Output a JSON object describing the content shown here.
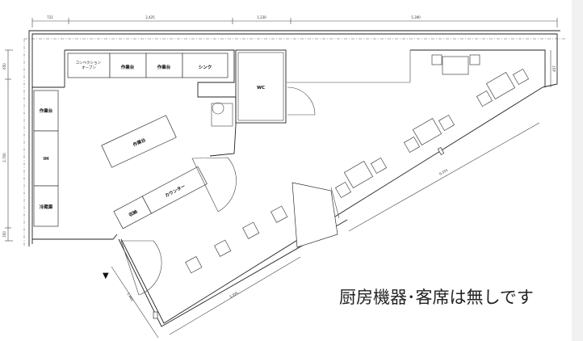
{
  "drawing": {
    "dimensions": {
      "top_1": "721",
      "top_2": "2,425",
      "top_3": "1,230",
      "top_4": "5,390",
      "left_1": "650",
      "left_2": "2,700",
      "left_3": "350",
      "right_1": "457",
      "diag_long": "6,355",
      "diag_short": "3,395",
      "diag_left": "1,460"
    },
    "labels": {
      "convection_oven": "コンベクション\nオーブン",
      "worktable_1": "作業台",
      "worktable_2": "作業台",
      "sink": "シンク",
      "wc": "WC",
      "worktable_left": "作業台",
      "ih": "IH",
      "fridge": "冷蔵庫",
      "worktable_center": "作業台",
      "counter": "カウンター",
      "storage": "収納"
    },
    "entrance_marker": "▼"
  },
  "note": "厨房機器･客席は無しです"
}
